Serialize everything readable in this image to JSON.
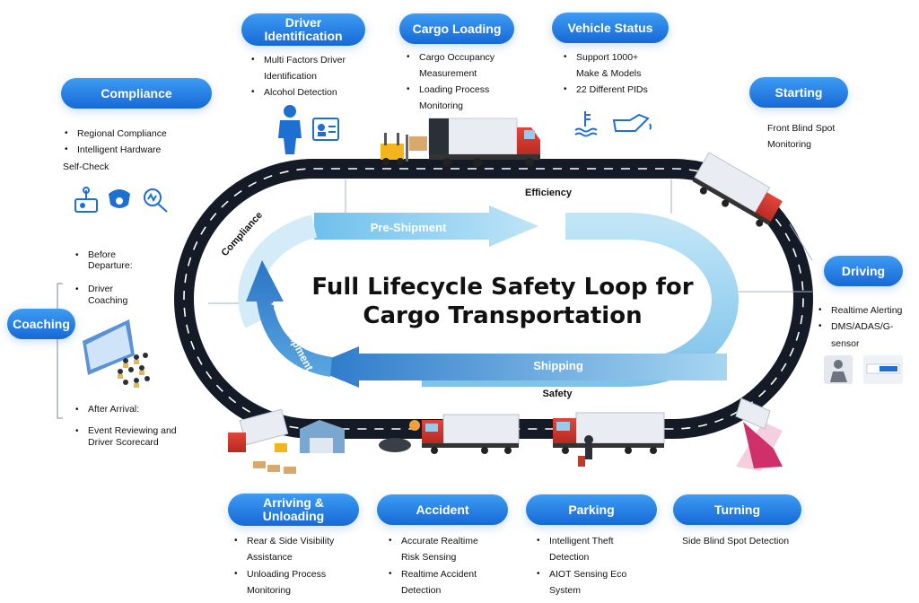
{
  "title": {
    "line1": "Full Lifecycle Safety Loop for",
    "line2": "Cargo Transportation"
  },
  "track_labels": {
    "efficiency": "Efficiency",
    "compliance": "Compliance",
    "safety": "Safety"
  },
  "arrow_labels": {
    "pre_shipment": "Pre-Shipment",
    "shipping": "Shipping",
    "after_shipment": "After Shipment"
  },
  "stages": {
    "driver_identification": {
      "title_line1": "Driver",
      "title_line2": "Identification",
      "items": [
        "Multi Factors Driver",
        "Identification",
        "Alcohol Detection"
      ]
    },
    "cargo_loading": {
      "title": "Cargo Loading",
      "items": [
        "Cargo Occupancy",
        "Measurement",
        "Loading Process",
        "Monitoring"
      ]
    },
    "vehicle_status": {
      "title": "Vehicle Status",
      "items": [
        "Support 1000+",
        "Make & Models",
        "22 Different PIDs"
      ]
    },
    "compliance": {
      "title": "Compliance",
      "items": [
        "Regional Compliance",
        "Intelligent Hardware",
        "Self-Check"
      ]
    },
    "starting": {
      "title": "Starting",
      "text_line1": "Front Blind Spot",
      "text_line2": "Monitoring"
    },
    "coaching": {
      "title": "Coaching",
      "items": [
        "Before",
        "Departure:",
        "Driver",
        "Coaching",
        "After Arrival:",
        "Event Reviewing and",
        "Driver Scorecard"
      ]
    },
    "driving": {
      "title": "Driving",
      "items": [
        "Realtime Alerting",
        "DMS/ADAS/G-",
        "sensor"
      ]
    },
    "arriving": {
      "title_line1": "Arriving &",
      "title_line2": "Unloading",
      "items": [
        "Rear & Side Visibility",
        "Assistance",
        "Unloading Process",
        "Monitoring"
      ]
    },
    "accident": {
      "title": "Accident",
      "items": [
        "Accurate Realtime",
        "Risk Sensing",
        "Realtime Accident",
        "Detection"
      ]
    },
    "parking": {
      "title": "Parking",
      "items": [
        "Intelligent Theft",
        "Detection",
        "AIOT Sensing Eco",
        "System"
      ]
    },
    "turning": {
      "title": "Turning",
      "text": "Side Blind Spot Detection"
    }
  },
  "icons": [
    "driver-icon",
    "id-card-icon",
    "temperature-icon",
    "oil-icon",
    "dashcam-icon",
    "camera-dome-icon",
    "search-icon",
    "truck-icon",
    "forklift-icon",
    "warehouse-icon",
    "classroom-icon",
    "driver-monitor-icon",
    "device-icon"
  ],
  "colors": {
    "accent": "#1a6fd8",
    "track": "#141b26",
    "arrow_light": "#a9d9f3",
    "arrow_dark": "#2f80cf"
  }
}
